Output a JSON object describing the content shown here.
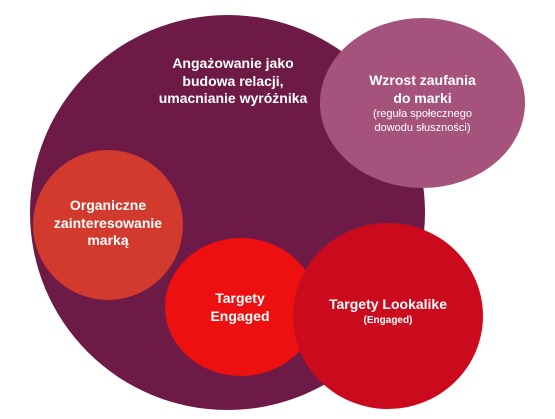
{
  "diagram": {
    "circles": [
      {
        "id": "engagement",
        "color": "#6e1a47",
        "title_lines": [
          "Angażowanie jako",
          "budowa relacji,",
          "umacnianie wyróżnika"
        ]
      },
      {
        "id": "trust",
        "color": "#a5527d",
        "title_lines": [
          "Wzrost zaufania",
          "do marki"
        ],
        "subtitle_lines": [
          "(reguła społecznego",
          "dowodu słuszności)"
        ]
      },
      {
        "id": "organic",
        "color": "#d13a2d",
        "title_lines": [
          "Organiczne",
          "zainteresowanie",
          "marką"
        ]
      },
      {
        "id": "engaged",
        "color": "#ee1010",
        "title_lines": [
          "Targety",
          "Engaged"
        ]
      },
      {
        "id": "lookalike",
        "color": "#cc0a1e",
        "title_lines": [
          "Targety Lookalike"
        ],
        "subtitle_lines": [
          "(Engaged)"
        ]
      }
    ]
  }
}
